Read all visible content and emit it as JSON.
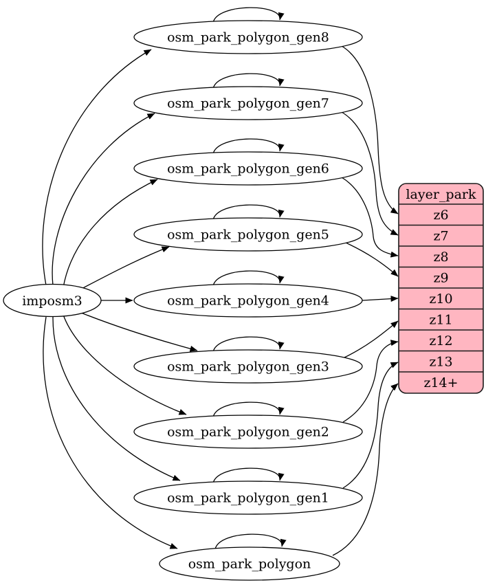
{
  "diagram": {
    "source": {
      "label": "imposm3"
    },
    "tables": [
      "osm_park_polygon_gen8",
      "osm_park_polygon_gen7",
      "osm_park_polygon_gen6",
      "osm_park_polygon_gen5",
      "osm_park_polygon_gen4",
      "osm_park_polygon_gen3",
      "osm_park_polygon_gen2",
      "osm_park_polygon_gen1",
      "osm_park_polygon"
    ],
    "layer": {
      "title": "layer_park",
      "zooms": [
        "z6",
        "z7",
        "z8",
        "z9",
        "z10",
        "z11",
        "z12",
        "z13",
        "z14+"
      ]
    },
    "colors": {
      "layer_fill": "#ffb6c1",
      "node_fill": "#ffffff",
      "edge_stroke": "#000000",
      "text": "#000000",
      "background": "#ffffff"
    },
    "edges": {
      "imports": [
        {
          "from": "imposm3",
          "to": "osm_park_polygon_gen8"
        },
        {
          "from": "imposm3",
          "to": "osm_park_polygon_gen7"
        },
        {
          "from": "imposm3",
          "to": "osm_park_polygon_gen6"
        },
        {
          "from": "imposm3",
          "to": "osm_park_polygon_gen5"
        },
        {
          "from": "imposm3",
          "to": "osm_park_polygon_gen4"
        },
        {
          "from": "imposm3",
          "to": "osm_park_polygon_gen3"
        },
        {
          "from": "imposm3",
          "to": "osm_park_polygon_gen2"
        },
        {
          "from": "imposm3",
          "to": "osm_park_polygon_gen1"
        },
        {
          "from": "imposm3",
          "to": "osm_park_polygon"
        }
      ],
      "self_references": [
        "osm_park_polygon_gen8",
        "osm_park_polygon_gen7",
        "osm_park_polygon_gen6",
        "osm_park_polygon_gen5",
        "osm_park_polygon_gen4",
        "osm_park_polygon_gen3",
        "osm_park_polygon_gen2",
        "osm_park_polygon_gen1",
        "osm_park_polygon"
      ],
      "layer_mappings": [
        {
          "from": "osm_park_polygon_gen8",
          "to": "z6"
        },
        {
          "from": "osm_park_polygon_gen7",
          "to": "z7"
        },
        {
          "from": "osm_park_polygon_gen6",
          "to": "z8"
        },
        {
          "from": "osm_park_polygon_gen5",
          "to": "z9"
        },
        {
          "from": "osm_park_polygon_gen4",
          "to": "z10"
        },
        {
          "from": "osm_park_polygon_gen3",
          "to": "z11"
        },
        {
          "from": "osm_park_polygon_gen2",
          "to": "z12"
        },
        {
          "from": "osm_park_polygon_gen1",
          "to": "z13"
        },
        {
          "from": "osm_park_polygon",
          "to": "z14+"
        }
      ]
    }
  }
}
